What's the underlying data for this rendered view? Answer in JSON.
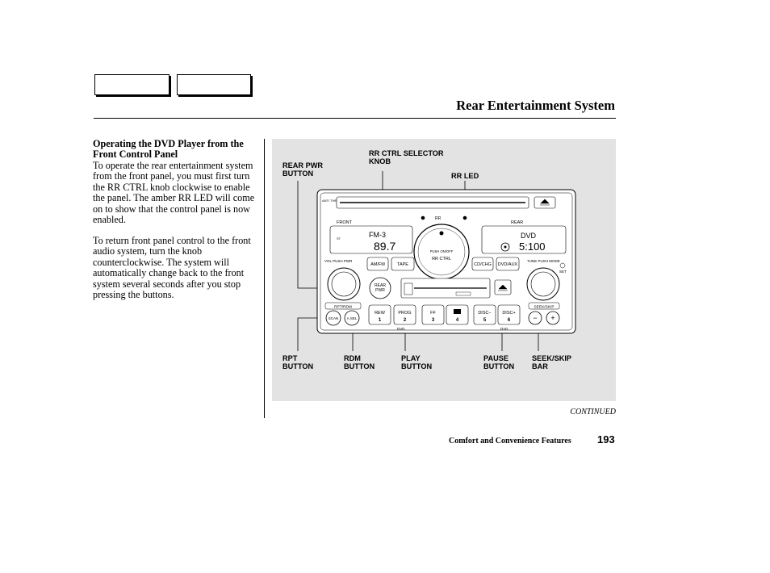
{
  "header": {
    "title": "Rear Entertainment System",
    "nav_tabs": [
      {
        "label": ""
      },
      {
        "label": ""
      }
    ]
  },
  "section": {
    "heading": "Operating the DVD Player from the Front Control Panel",
    "paragraphs": [
      "To operate the rear entertainment system from the front panel, you must first turn the RR CTRL knob clockwise to enable the panel. The amber RR LED will come on to show that the control panel is now enabled.",
      "To return front panel control to the front audio system, turn the knob counterclockwise. The system will automatically change back to the front system several seconds after you stop pressing the buttons."
    ]
  },
  "figure": {
    "callouts": {
      "rear_pwr": "REAR PWR\nBUTTON",
      "rr_ctrl": "RR CTRL SELECTOR\nKNOB",
      "rr_led": "RR LED",
      "rpt": "RPT\nBUTTON",
      "rdm": "RDM\nBUTTON",
      "play": "PLAY\nBUTTON",
      "pause": "PAUSE\nBUTTON",
      "seek_skip": "SEEK/SKIP\nBAR"
    },
    "panel": {
      "anti_theft": "ANTI\nTHEFT",
      "front": "FRONT",
      "rear": "REAR",
      "rr": "RR",
      "front_band": "FM-3",
      "front_st": "ST",
      "front_freq": "89.7",
      "rear_mode": "DVD",
      "rear_time": "5:100",
      "knob_top": "PUSH ON/OFF",
      "knob_bottom": "RR CTRL",
      "vol_label": "VOL PUSH PWR",
      "tune_label": "TUNE PUSH MODE",
      "set_label": "SET",
      "btn_amfm": "AM/FM",
      "btn_tape": "TAPE",
      "btn_cdchg": "CD/CHG",
      "btn_dvdaux": "DVD/AUX",
      "btn_rear_pwr": "REAR\nPWR",
      "rptrdm_label": "RPT/RDM",
      "btn_scan": "SCAN",
      "btn_asel": "A.SEL",
      "seek_label": "SEEK/SKIP",
      "preset_1": "REW",
      "preset_1_num": "1",
      "preset_2": "PROG",
      "preset_2_num": "2",
      "preset_3": "FF",
      "preset_3_num": "3",
      "preset_4_num": "4",
      "preset_5": "DISC−",
      "preset_5_num": "5",
      "preset_6": "DISC+",
      "preset_6_num": "6",
      "dvd_play": "DVD",
      "dvd_pause": "DVD",
      "seek_minus": "−",
      "seek_plus": "+"
    }
  },
  "footer": {
    "continued": "CONTINUED",
    "section": "Comfort and Convenience Features",
    "page_number": "193"
  }
}
